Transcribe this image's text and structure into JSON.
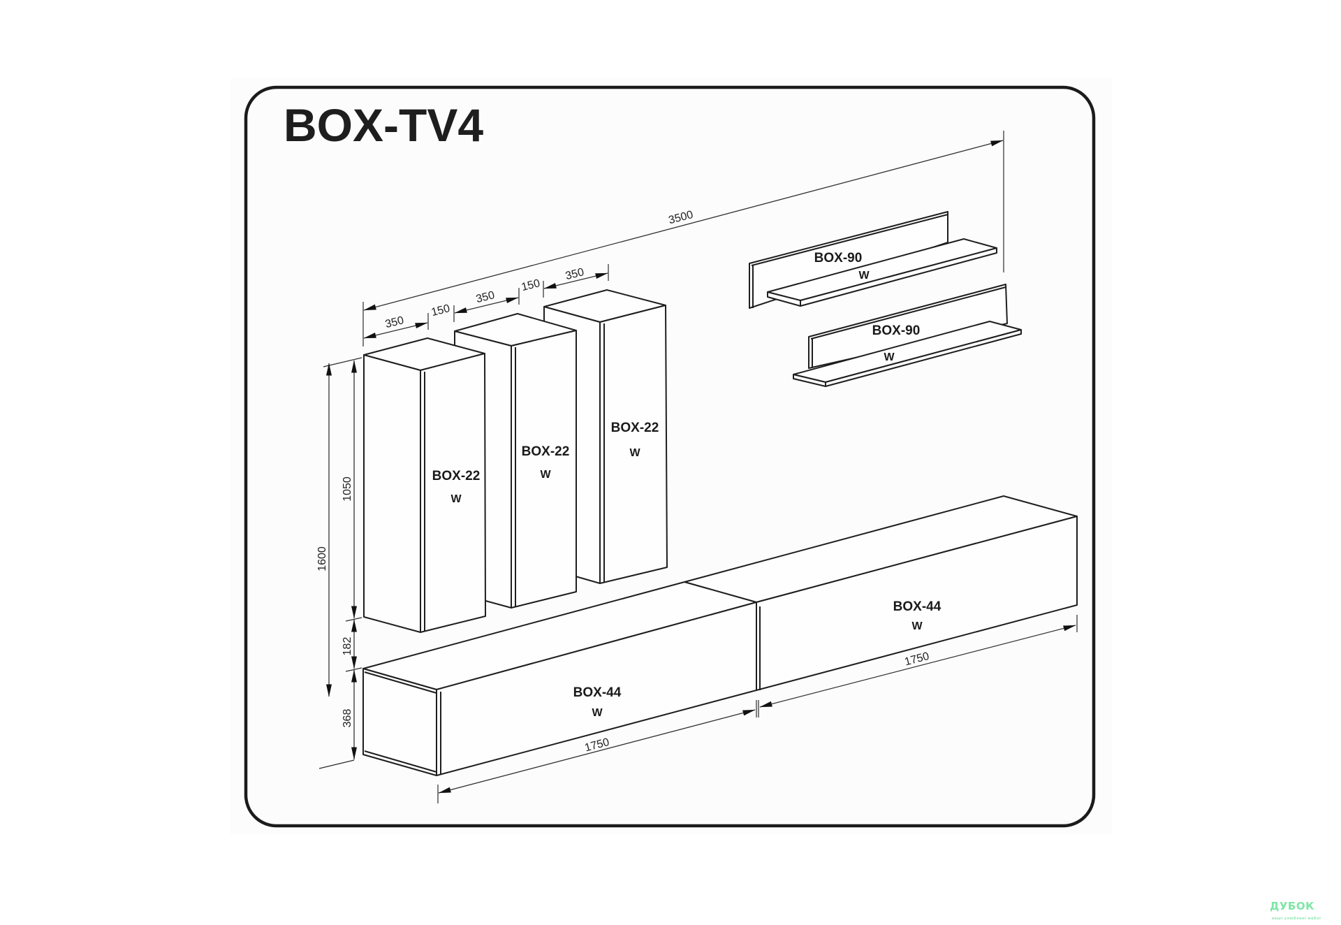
{
  "title": "BOX-TV4",
  "colors": {
    "line": "#1e1e1e",
    "frame": "#1b1b1b",
    "paper": "#fdfcfd",
    "watermark": "#7ee6a6"
  },
  "modules": {
    "cabinet_1": {
      "name": "BOX-22",
      "finish": "W"
    },
    "cabinet_2": {
      "name": "BOX-22",
      "finish": "W"
    },
    "cabinet_3": {
      "name": "BOX-22",
      "finish": "W"
    },
    "shelf_1": {
      "name": "BOX-90",
      "finish": "W"
    },
    "shelf_2": {
      "name": "BOX-90",
      "finish": "W"
    },
    "base_left": {
      "name": "BOX-44",
      "finish": "W"
    },
    "base_right": {
      "name": "BOX-44",
      "finish": "W"
    }
  },
  "dimensions": {
    "total_width": "3500",
    "cabinet_width_1": "350",
    "gap_1": "150",
    "cabinet_width_2": "350",
    "gap_2": "150",
    "cabinet_width_3": "350",
    "total_height": "1600",
    "cabinet_height": "1050",
    "gap_height": "182",
    "base_height": "368",
    "base_width_left": "1750",
    "base_width_right": "1750"
  },
  "watermark": {
    "brand": "ДУБОК",
    "tagline": "ваші улюблені меблі"
  }
}
